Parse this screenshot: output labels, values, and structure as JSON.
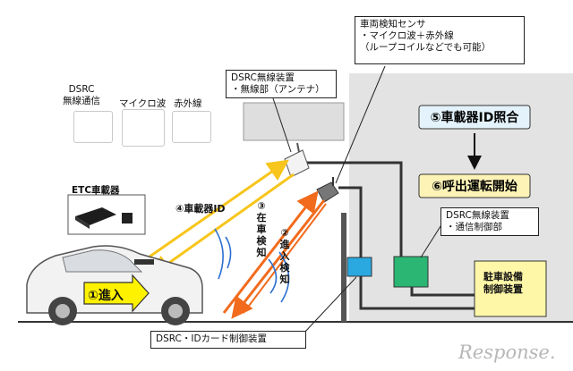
{
  "legend": {
    "dsrc_label": "DSRC\n無線通信",
    "microwave_label": "マイクロ波",
    "infrared_label": "赤外線"
  },
  "callouts": {
    "sensor": "車両検知センサ\n・マイクロ波＋赤外線\n（ループコイルなどでも可能）",
    "antenna": "DSRC無線装置\n・無線部（アンテナ）",
    "controller": "DSRC無線装置\n・通信制御部",
    "card_controller": "DSRC・IDカード制御装置"
  },
  "steps": {
    "s1": "①進入",
    "s2": "②\n進入検知",
    "s3": "③\n在車検知",
    "s4": "④車載器ID",
    "s5": "⑤車載器ID照合",
    "s6": "⑥呼出運転開始"
  },
  "labels": {
    "etc_unit": "ETC車載器",
    "parking_control": "駐車設備\n制御装置"
  },
  "watermark": "Response.",
  "colors": {
    "dsrc_arrow": "#f7c51b",
    "infrared_arrow": "#f26b1d",
    "microwave": "#2a6fd1",
    "building_gray": "#e3e3e3",
    "step5_fill": "#e4f3fb",
    "step6_fill": "#fdf3b7",
    "step1_fill": "#fff200",
    "controller_green": "#2bb673",
    "card_controller_blue": "#2aa9e0",
    "parking_box_fill": "#fff7a8"
  }
}
